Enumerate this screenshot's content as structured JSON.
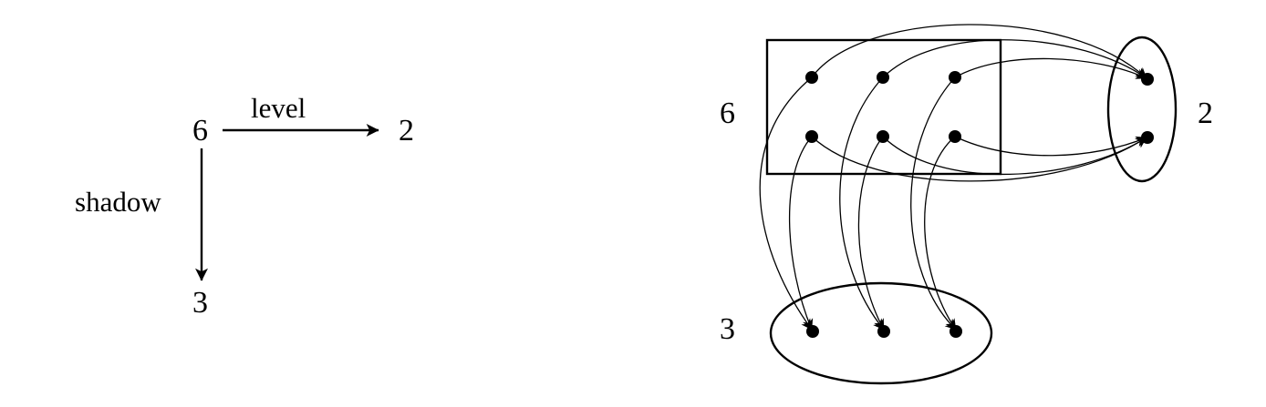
{
  "left_diagram": {
    "node_top_left": "6",
    "node_right": "2",
    "node_bottom": "3",
    "arrow_right_label": "level",
    "arrow_down_label": "shadow"
  },
  "right_diagram": {
    "rect_label": "6",
    "right_ellipse_label": "2",
    "bottom_ellipse_label": "3",
    "rect_points": 6,
    "right_ellipse_points": 2,
    "bottom_ellipse_points": 3
  },
  "colors": {
    "ink": "#000000",
    "background": "#ffffff"
  }
}
